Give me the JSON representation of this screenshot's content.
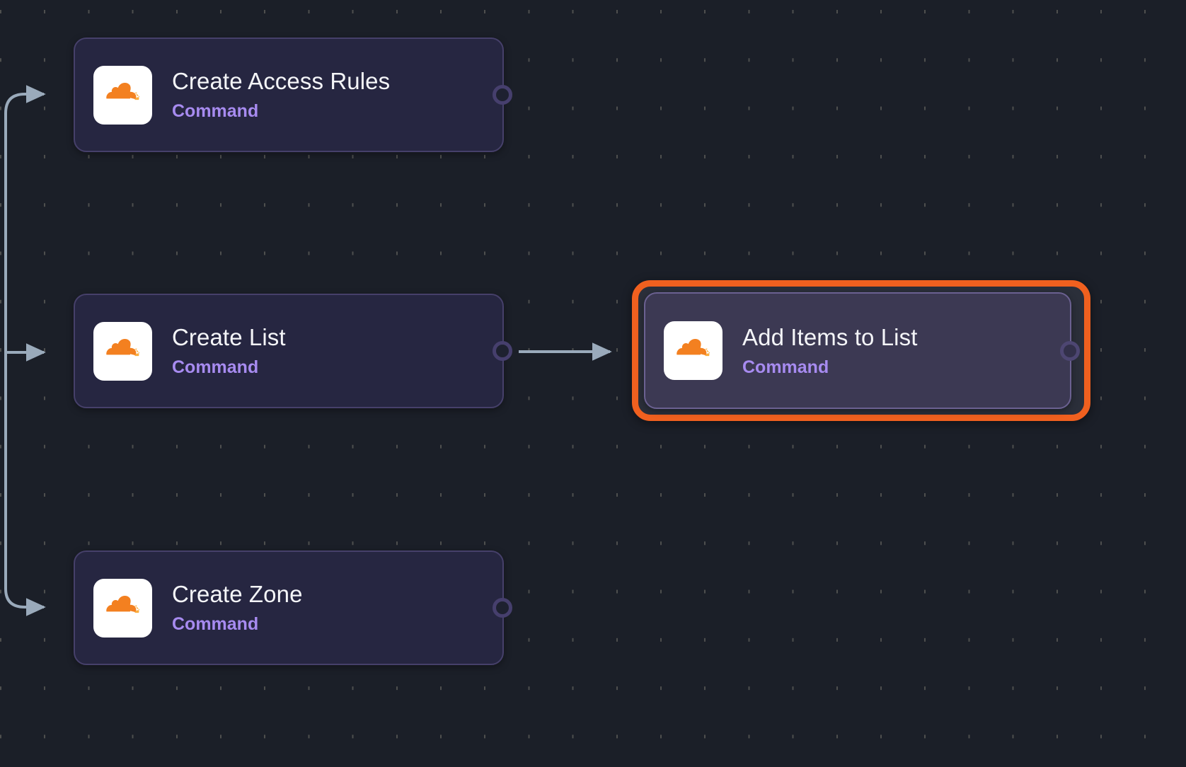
{
  "canvas": {
    "background_color": "#1b1f28",
    "grid": "dot-grid",
    "selection_color": "#f0601f",
    "edge_color": "#9aaabb",
    "accent_color": "#a78bf0",
    "node_fill": "#262641",
    "node_border": "#46406a",
    "selected_node_fill": "#3c3953"
  },
  "nodes": [
    {
      "id": "create-access-rules",
      "title": "Create Access Rules",
      "subtitle": "Command",
      "icon": "cloudflare-icon",
      "selected": false
    },
    {
      "id": "create-list",
      "title": "Create List",
      "subtitle": "Command",
      "icon": "cloudflare-icon",
      "selected": false
    },
    {
      "id": "create-zone",
      "title": "Create Zone",
      "subtitle": "Command",
      "icon": "cloudflare-icon",
      "selected": false
    },
    {
      "id": "add-items-to-list",
      "title": "Add Items to List",
      "subtitle": "Command",
      "icon": "cloudflare-icon",
      "selected": true
    }
  ],
  "edges": [
    {
      "id": "edge-to-create-access-rules",
      "from": "trigger",
      "to": "create-access-rules"
    },
    {
      "id": "edge-to-create-list",
      "from": "trigger",
      "to": "create-list"
    },
    {
      "id": "edge-to-create-zone",
      "from": "trigger",
      "to": "create-zone"
    },
    {
      "id": "edge-create-list-to-add-items",
      "from": "create-list",
      "to": "add-items-to-list"
    }
  ]
}
